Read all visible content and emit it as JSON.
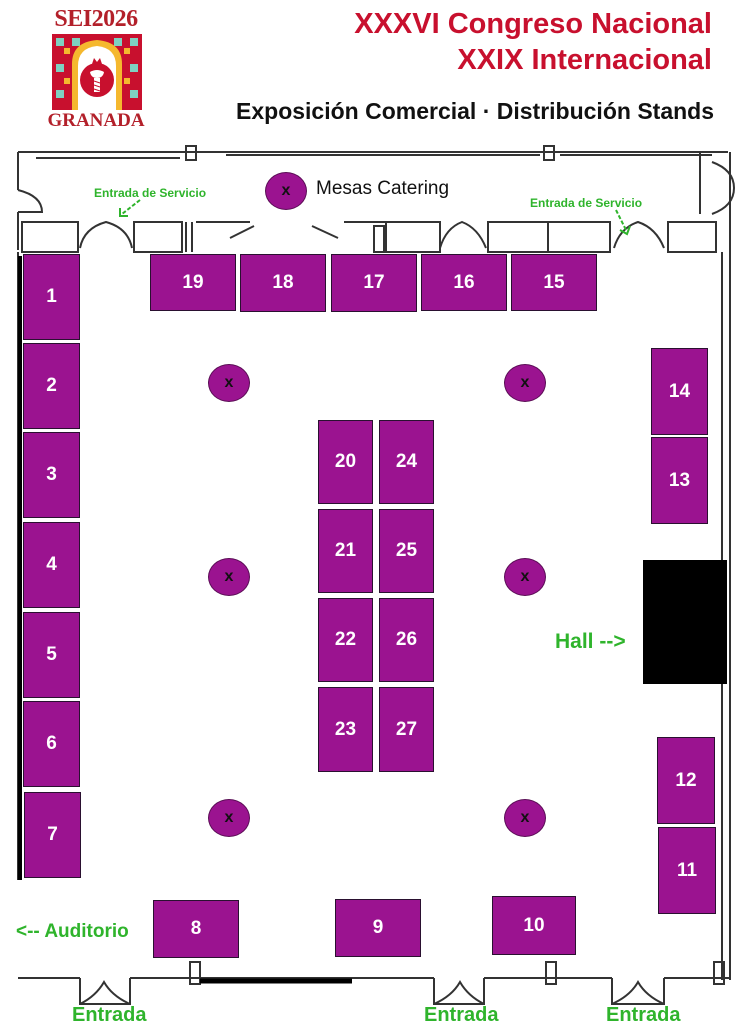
{
  "header": {
    "logo": {
      "top_text": "SEI2026",
      "bottom_text": "GRANADA"
    },
    "title_line1": "XXXVI Congreso Nacional",
    "title_line2": "XXIX Internacional",
    "subtitle": "Exposición Comercial · Distribución Stands"
  },
  "colors": {
    "stand": "#9b1390",
    "title": "#c8102e",
    "label_green": "#2fb42c",
    "hall": "#000000"
  },
  "legend": {
    "symbol": "x",
    "label": "Mesas Catering"
  },
  "labels": {
    "service_entrance_left": "Entrada de Servicio",
    "service_entrance_right": "Entrada de Servicio",
    "hall": "Hall -->",
    "auditorium": "<-- Auditorio",
    "entrance_1": "Entrada",
    "entrance_2": "Entrada",
    "entrance_3": "Entrada"
  },
  "stands": [
    {
      "id": "1"
    },
    {
      "id": "2"
    },
    {
      "id": "3"
    },
    {
      "id": "4"
    },
    {
      "id": "5"
    },
    {
      "id": "6"
    },
    {
      "id": "7"
    },
    {
      "id": "8"
    },
    {
      "id": "9"
    },
    {
      "id": "10"
    },
    {
      "id": "11"
    },
    {
      "id": "12"
    },
    {
      "id": "13"
    },
    {
      "id": "14"
    },
    {
      "id": "15"
    },
    {
      "id": "16"
    },
    {
      "id": "17"
    },
    {
      "id": "18"
    },
    {
      "id": "19"
    },
    {
      "id": "20"
    },
    {
      "id": "21"
    },
    {
      "id": "22"
    },
    {
      "id": "23"
    },
    {
      "id": "24"
    },
    {
      "id": "25"
    },
    {
      "id": "26"
    },
    {
      "id": "27"
    }
  ],
  "catering_tables": [
    "x",
    "x",
    "x",
    "x",
    "x",
    "x"
  ]
}
